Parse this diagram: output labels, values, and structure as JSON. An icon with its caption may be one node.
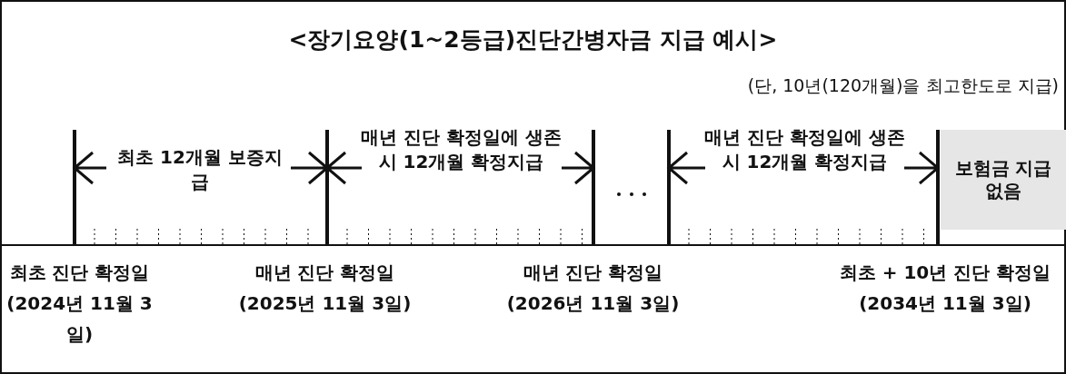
{
  "diagram": {
    "title": "<장기요양(1~2등급)진단간병자금 지급 예시>",
    "nodes": [
      {
        "text": [
          "보험금 지급 없음"
        ]
      }
    ],
    "labels": [
      "(단, 10년(120개월)을 최고한도로 지급)",
      "최초 12개월 보증지급",
      "매년 진단 확정일에 생존시 12개월 확정지급",
      "매년 진단 확정일에 생존시 12개월 확정지급",
      "최초 진단 확정일 (2024년 11월 3일)",
      "매년 진단 확정일 (2025년 11월 3일)",
      "매년 진단 확정일 (2026년 11월 3일)",
      "최초 + 10년 진단 확정일 (2034년 11월 3일)"
    ]
  }
}
